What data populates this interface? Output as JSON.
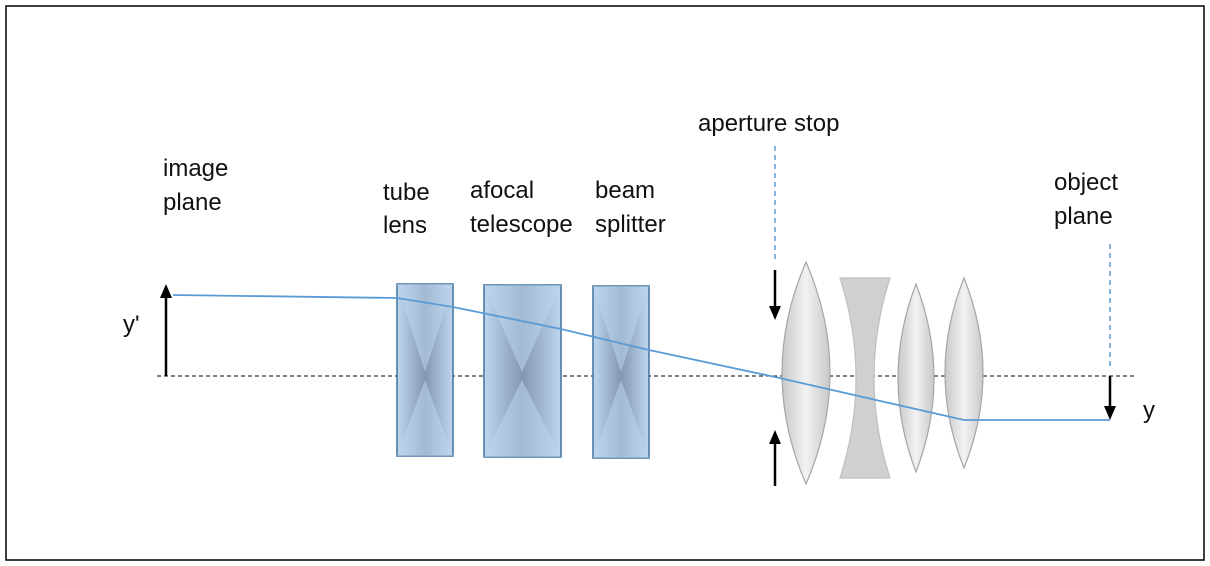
{
  "labels": {
    "image_plane_line1": "image",
    "image_plane_line2": "plane",
    "tube_lens_line1": "tube",
    "tube_lens_line2": "lens",
    "afocal_telescope_line1": "afocal",
    "afocal_telescope_line2": "telescope",
    "beam_splitter_line1": "beam",
    "beam_splitter_line2": "splitter",
    "aperture_stop": "aperture stop",
    "object_plane_line1": "object",
    "object_plane_line2": "plane",
    "image_height": "y'",
    "object_height": "y"
  },
  "colors": {
    "ray": "#5b9bd5",
    "element_edge": "#41719c",
    "element_light": "#bdd7ee",
    "element_dark": "#7f7f7f",
    "lens_light": "#f2f2f2",
    "lens_dark": "#bfbfbf",
    "lens_edge": "#a6a6a6",
    "axis": "#000000",
    "dashed_marker": "#5b9bd5",
    "frame": "#000000"
  }
}
